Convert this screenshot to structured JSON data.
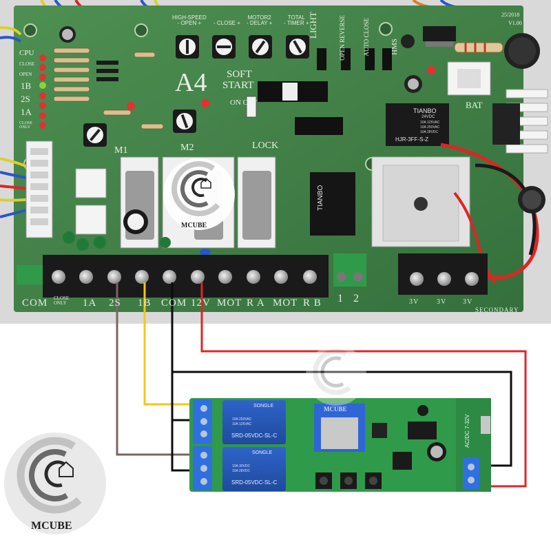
{
  "board": {
    "model": "A4",
    "soft_start": [
      "SOFT",
      "START"
    ],
    "version": "25/2018",
    "version2": "V1.00",
    "off_on": "ON  OFF",
    "lock": "LOCK",
    "bat": "BAT",
    "light": "LIGHT",
    "pots": [
      {
        "line1": "HIGH-SPEED",
        "line2": "- OPEN +"
      },
      {
        "line1": "",
        "line2": "- CLOSE +"
      },
      {
        "line1": "MOTOR2",
        "line2": "- DELAY +"
      },
      {
        "line1": "TOTAL",
        "line2": "- TIMER +"
      }
    ],
    "switch_labels": [
      "OPEN REVERSE",
      "AUTO CLOSE",
      "HMS"
    ],
    "motor_labels": [
      "M1",
      "M2"
    ],
    "leds": [
      "CPU",
      "CLOSE",
      "OPEN",
      "1B",
      "2S",
      "1A",
      "CLOSE ONLY"
    ],
    "terminals": [
      "COM",
      "CLOSE ONLY",
      "1A",
      "2S",
      "1B",
      "COM",
      "12V",
      "MOT",
      "R A",
      "MOT",
      "R B"
    ],
    "aux_terminals": [
      "1",
      "2"
    ],
    "secondary_label": "SECONDARY",
    "secondary_terminals": [
      "3V",
      "3V",
      "3V"
    ]
  },
  "relays": {
    "tianbo_small": [
      "TIANBO",
      "24VDC",
      "10A 125VAC",
      "10A 250VAC",
      "10A 28VDC",
      "HJR-3FF-S-Z"
    ],
    "tianbo_large": "TIANBO"
  },
  "module": {
    "relay_brand": "SONGLE",
    "relay_model": "SRD-05VDC-SL-C",
    "relay_ratings": [
      "10A 250VAC",
      "10A 125VAC",
      "10A 30VDC",
      "10A 28VDC"
    ],
    "power_label": "AC/DC 7-32V",
    "wifi_brand": "MCUBE"
  },
  "watermark": "MCUBE",
  "colors": {
    "pcb_green": "#3f7e45",
    "wire_red": "#e02424",
    "wire_yellow": "#f5c518",
    "wire_black": "#0c0c0c",
    "wire_brown": "#7d6363",
    "module_green": "#2f9a4a",
    "terminal_blue": "#2f6fe0"
  }
}
